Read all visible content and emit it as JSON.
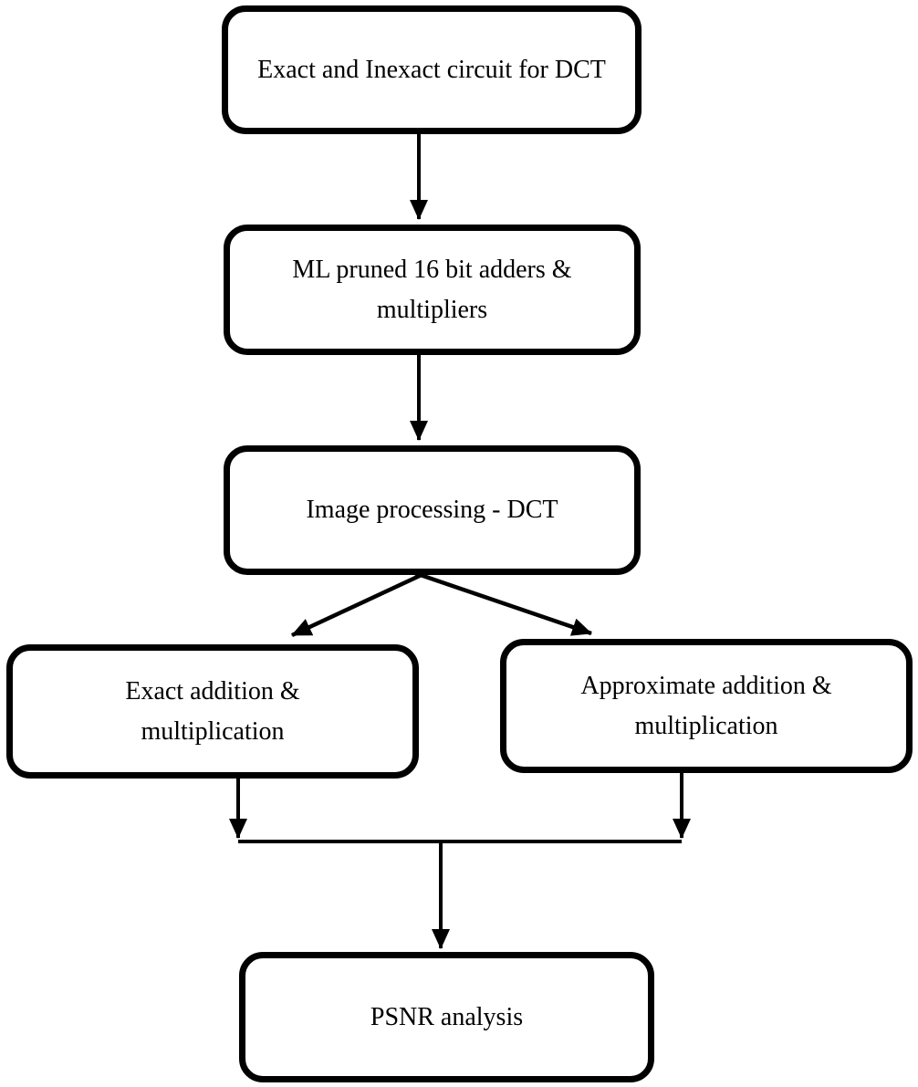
{
  "diagram": {
    "type": "flowchart",
    "background_color": "#ffffff",
    "node_fill_color": "#ffffff",
    "node_stroke_color": "#000000",
    "arrow_color": "#000000",
    "nodes": [
      {
        "id": "exact-inexact-circuit-for-dct",
        "label": "Exact and Inexact circuit for DCT"
      },
      {
        "id": "ml-pruned-16-bit-adders-multipliers",
        "label": "ML pruned 16 bit adders & multipliers"
      },
      {
        "id": "image-processing-dct",
        "label": "Image processing - DCT"
      },
      {
        "id": "exact-addition-multiplication",
        "label": "Exact addition & multiplication"
      },
      {
        "id": "approximate-addition-multiplication",
        "label": "Approximate addition & multiplication"
      },
      {
        "id": "psnr-analysis",
        "label": "PSNR analysis"
      }
    ],
    "edges": [
      {
        "from": "exact-inexact-circuit-for-dct",
        "to": "ml-pruned-16-bit-adders-multipliers"
      },
      {
        "from": "ml-pruned-16-bit-adders-multipliers",
        "to": "image-processing-dct"
      },
      {
        "from": "image-processing-dct",
        "to": "exact-addition-multiplication"
      },
      {
        "from": "image-processing-dct",
        "to": "approximate-addition-multiplication"
      },
      {
        "from": "exact-addition-multiplication",
        "to": "psnr-analysis"
      },
      {
        "from": "approximate-addition-multiplication",
        "to": "psnr-analysis"
      }
    ]
  }
}
